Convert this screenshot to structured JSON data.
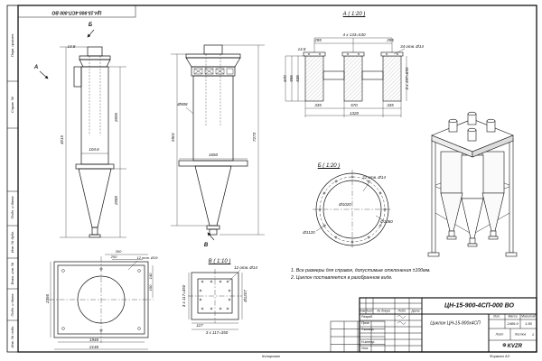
{
  "titleblock": {
    "doc_number": "ЦН-15-900-4СП-000 ВО",
    "doc_number_top": "ЦН-15-900-4СП-000 ВО",
    "name": "Циклон ЦН-15-900х4СП",
    "lit_label": "Лит.",
    "mass_label": "Масса",
    "scale_label": "Масштаб",
    "mass": "2489.9",
    "scale": "1:50",
    "sheet_label": "Лист",
    "sheets_label": "Листов",
    "sheets_value": "1",
    "logo": "KVZR",
    "logo_icon": "⚙",
    "copied": "Копировал",
    "format": "Формат А3",
    "cols": {
      "izm": "Изм.",
      "list": "Лист",
      "doc": "№ докум.",
      "podp": "Подп.",
      "data": "Дата"
    },
    "roles": {
      "r1": "Разраб.",
      "r2": "Пров.",
      "r3": "Т.контр.",
      "r4": "Н.контр.",
      "r5": "Утв."
    }
  },
  "margins": {
    "m1": "Перв. примен.",
    "m2": "Справ. №",
    "m3": "Подп. и дата",
    "m4": "Инв. № дубл.",
    "m5": "Взам. инв. №",
    "m6": "Подп. и дата",
    "m7": "Инв. № подл."
  },
  "notes": {
    "n1": "1. Все размеры для справок, допустимые отклонения ±100мм.",
    "n2": "2. Циклон поставляется в разобранном виде."
  },
  "views": {
    "front": {
      "marker_top": "Б",
      "marker_side": "А",
      "d_148": "14.8",
      "d_4015": "4015",
      "d_2695": "2695",
      "d_2085": "2085",
      "d_1046": "104.6"
    },
    "side": {
      "marker_bottom": "В",
      "d_5901": "5901",
      "d_7273": "7273",
      "d_1650": "1650",
      "d_908": "Ø908"
    },
    "section_a": {
      "label": "А ( 1:20 )",
      "d_148": "14.8",
      "d_295l": "295",
      "d_530": "4 х 133=530",
      "d_295r": "295",
      "d_holes": "34 отв. Ø14",
      "d_670": "670",
      "d_595": "595",
      "d_535": "535",
      "d_335l": "335",
      "d_570": "570",
      "d_335r": "335",
      "d_1320": "1320",
      "d_655": "3 х 197=655"
    },
    "section_b": {
      "label": "Б ( 1:20 )",
      "d_holes": "22 отв. Ø14",
      "d_1020": "Ø1020",
      "d_1080": "Ø1080",
      "d_1120": "Ø1120"
    },
    "section_v": {
      "label": "В ( 1:10 )",
      "d_holes": "12 отв. Ø14",
      "d_350l": "3 х 117=350",
      "d_1207": "Ø1207",
      "d_117": "117",
      "d_350b": "3 х 117=350"
    },
    "plate": {
      "d_300": "300",
      "d_200": "200",
      "d_holes": "12 отв. Ø19",
      "d_2356": "2356",
      "d_1946": "1946",
      "d_2146": "2146",
      "d_140": "140",
      "d_150": "150"
    }
  }
}
